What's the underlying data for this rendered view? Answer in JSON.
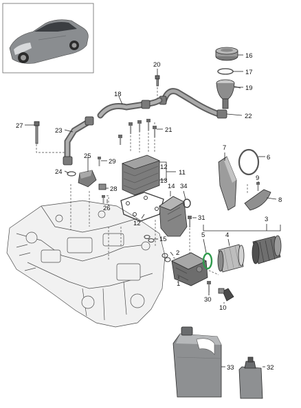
{
  "colors": {
    "background": "#ffffff",
    "part_dark": "#6d6d6d",
    "part_mid": "#9a9a9a",
    "part_light": "#c9c9c9",
    "engine_fill": "#f1f1f1",
    "oring_green": "#2f9a4c",
    "car_body": "#8a8d90"
  },
  "callouts": {
    "c1": "1",
    "c2": "2",
    "c3": "3",
    "c4": "4",
    "c5": "5",
    "c6": "6",
    "c7": "7",
    "c8": "8",
    "c9": "9",
    "c10": "10",
    "c11": "11",
    "c12a": "12",
    "c12b": "12",
    "c13": "13",
    "c14": "14",
    "c15": "15",
    "c16": "16",
    "c17": "17",
    "c18": "18",
    "c19": "19",
    "c20": "20",
    "c21": "21",
    "c22": "22",
    "c23": "23",
    "c24": "24",
    "c25": "25",
    "c26": "26",
    "c27": "27",
    "c28": "28",
    "c29": "29",
    "c30": "30",
    "c31": "31",
    "c32": "32",
    "c33": "33",
    "c34": "34"
  }
}
